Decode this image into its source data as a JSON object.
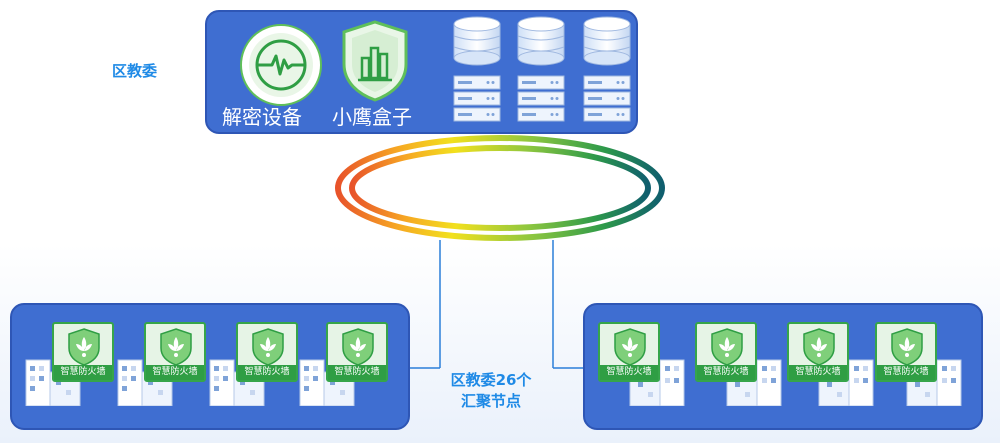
{
  "labels": {
    "district_top": "区教委",
    "center_line1": "区教委26个",
    "center_line2": "汇聚节点"
  },
  "devices": {
    "decrypt": "解密设备",
    "eagle_box": "小鹰盒子"
  },
  "firewalls": {
    "left": [
      "智慧防火墙",
      "智慧防火墙",
      "智慧防火墙",
      "智慧防火墙"
    ],
    "right": [
      "智慧防火墙",
      "智慧防火墙",
      "智慧防火墙",
      "智慧防火墙"
    ]
  },
  "colors": {
    "panel": "#3f6ed1",
    "accent_blue": "#1f8ae6",
    "green": "#2f9e44"
  }
}
